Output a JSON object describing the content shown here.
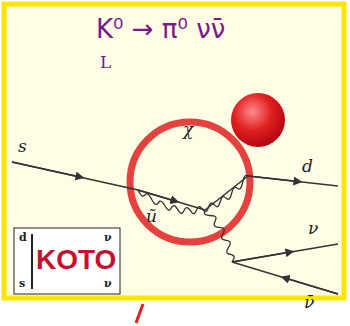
{
  "diagram": {
    "title": "K⁰ → π⁰ νν̄",
    "labels": [
      "L",
      "s",
      "χ",
      "ũ",
      "d",
      "ν",
      "ν̄",
      "KOTO",
      "d",
      "s",
      "ν",
      "ν"
    ]
  }
}
